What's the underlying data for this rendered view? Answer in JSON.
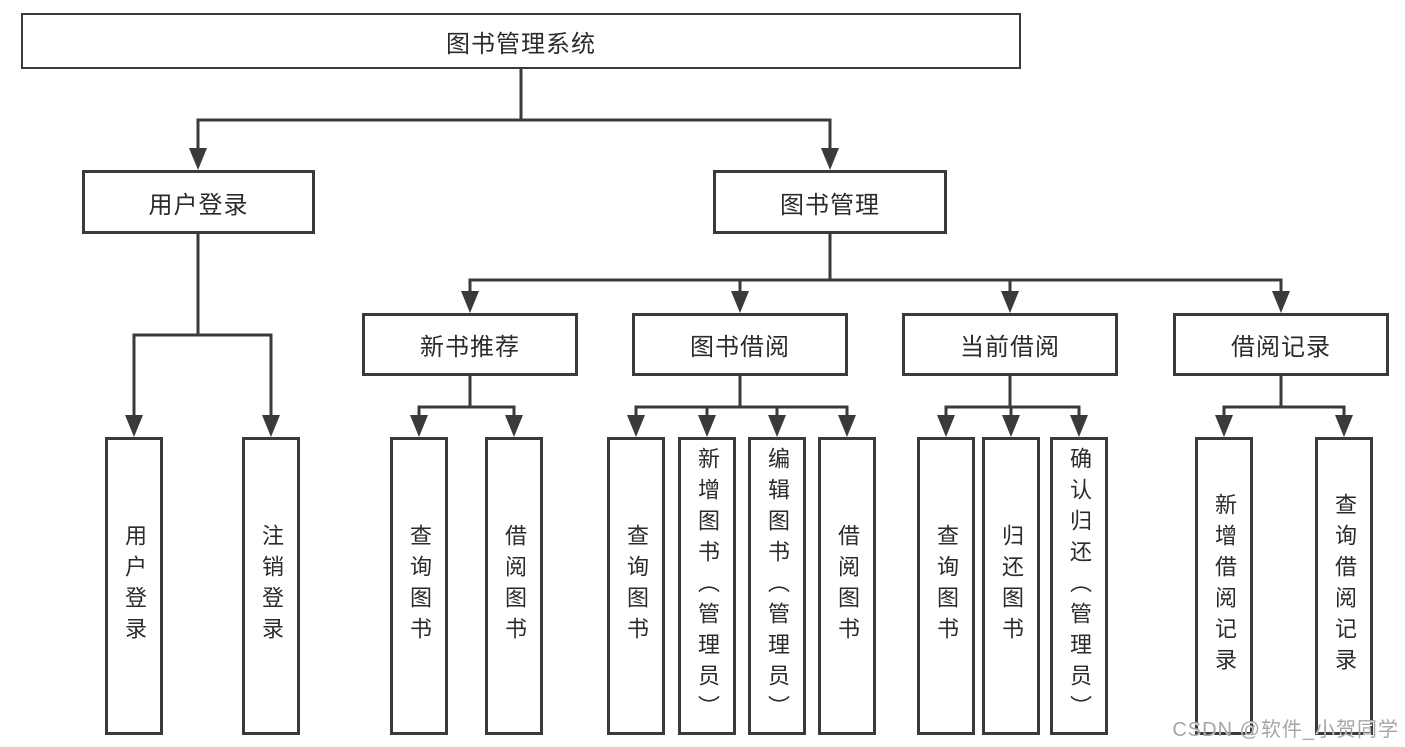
{
  "tree": {
    "label": "图书管理系统",
    "children": [
      {
        "label": "用户登录",
        "children": [
          {
            "label": "用户登录"
          },
          {
            "label": "注销登录"
          }
        ]
      },
      {
        "label": "图书管理",
        "children": [
          {
            "label": "新书推荐",
            "children": [
              {
                "label": "查询图书"
              },
              {
                "label": "借阅图书"
              }
            ]
          },
          {
            "label": "图书借阅",
            "children": [
              {
                "label": "查询图书"
              },
              {
                "label": "新增图书（管理员）"
              },
              {
                "label": "编辑图书（管理员）"
              },
              {
                "label": "借阅图书"
              }
            ]
          },
          {
            "label": "当前借阅",
            "children": [
              {
                "label": "查询图书"
              },
              {
                "label": "归还图书"
              },
              {
                "label": "确认归还（管理员）"
              }
            ]
          },
          {
            "label": "借阅记录",
            "children": [
              {
                "label": "新增借阅记录"
              },
              {
                "label": "查询借阅记录"
              }
            ]
          }
        ]
      }
    ]
  },
  "watermark": "CSDN @软件_小贺同学",
  "colors": {
    "line": "#3a3a3a",
    "box_border": "#3a3a3a",
    "box_fill": "#ffffff",
    "text": "#2b2b2b",
    "watermark_text": "#a6a6a6"
  }
}
